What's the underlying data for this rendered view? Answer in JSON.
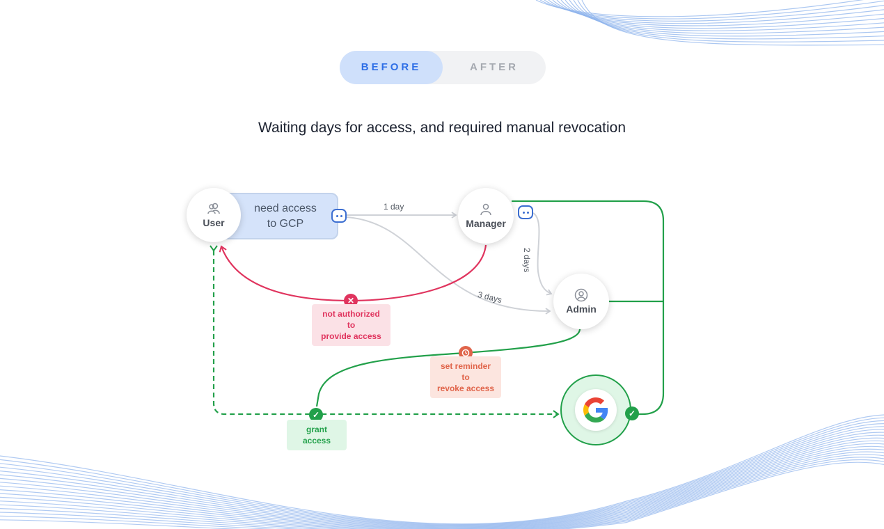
{
  "toggle": {
    "before_label": "BEFORE",
    "after_label": "AFTER",
    "active": "before"
  },
  "title": "Waiting days for access, and required manual revocation",
  "nodes": {
    "user": {
      "label": "User",
      "icon": "users-icon"
    },
    "manager": {
      "label": "Manager",
      "icon": "person-icon"
    },
    "admin": {
      "label": "Admin",
      "icon": "user-circle-icon"
    },
    "google": {
      "icon": "google-logo"
    }
  },
  "request": {
    "line1": "need access",
    "line2": "to GCP"
  },
  "edges": {
    "user_to_manager": "1 day",
    "manager_to_admin": "2 days",
    "user_to_admin": "3 days"
  },
  "tags": {
    "not_authorized": {
      "line1": "not authorized to",
      "line2": "provide access",
      "icon": "x-icon"
    },
    "reminder": {
      "line1": "set reminder to",
      "line2": "revoke access",
      "icon": "clock-icon"
    },
    "grant": {
      "label": "grant access",
      "icon": "check-icon"
    }
  },
  "colors": {
    "accent_blue": "#2f6fe6",
    "red": "#e0345e",
    "orange": "#e0644a",
    "green": "#22a04a",
    "gray_line": "#cfd2d7",
    "decor_blue": "#8fb4ec"
  }
}
